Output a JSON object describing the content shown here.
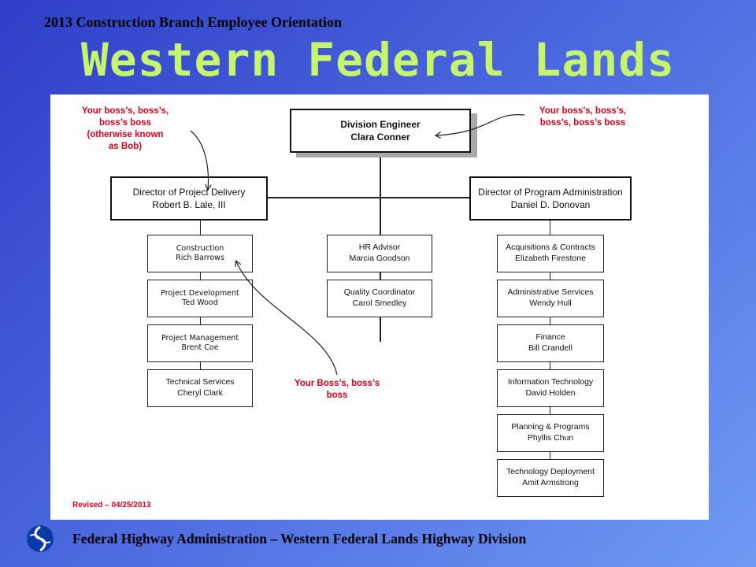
{
  "slide": {
    "subtitle": "2013 Construction Branch Employee Orientation",
    "title": "Western Federal Lands",
    "footer": "Federal Highway Administration – Western Federal Lands Highway Division",
    "logo_icon": "fhwa-logo-icon"
  },
  "org_chart": {
    "top": {
      "title": "Division Engineer",
      "name": "Clara Conner"
    },
    "directors": [
      {
        "title": "Director of Project Delivery",
        "name": "Robert B. Lale, III"
      },
      {
        "title": "Director of Program Administration",
        "name": "Daniel D. Donovan"
      }
    ],
    "project_delivery_units": [
      {
        "title": "Construction",
        "name": "Rich Barrows"
      },
      {
        "title": "Project Development",
        "name": "Ted Wood"
      },
      {
        "title": "Project Management",
        "name": "Brent Coe"
      },
      {
        "title": "Technical Services",
        "name": "Cheryl Clark"
      }
    ],
    "staff_units": [
      {
        "title": "HR Advisor",
        "name": "Marcia Goodson"
      },
      {
        "title": "Quality Coordinator",
        "name": "Carol Smedley"
      }
    ],
    "program_admin_units": [
      {
        "title": "Acquisitions & Contracts",
        "name": "Elizabeth Firestone"
      },
      {
        "title": "Administrative Services",
        "name": "Wendy Hull"
      },
      {
        "title": "Finance",
        "name": "Bill Crandell"
      },
      {
        "title": "Information Technology",
        "name": "David Holden"
      },
      {
        "title": "Planning & Programs",
        "name": "Phyllis Chun"
      },
      {
        "title": "Technology Deployment",
        "name": "Amit Armstrong"
      }
    ],
    "annotations": {
      "left": [
        "Your boss’s, boss’s,",
        "boss’s boss",
        "(otherwise known",
        "as Bob)"
      ],
      "right": [
        "Your boss’s, boss’s,",
        "boss’s, boss’s boss"
      ],
      "bottom": [
        "Your Boss’s, boss’s",
        "boss"
      ]
    },
    "revised": "Revised – 04/25/2013",
    "colors": {
      "annotation": "#d9001b",
      "title_green": "#c5f56e"
    }
  }
}
